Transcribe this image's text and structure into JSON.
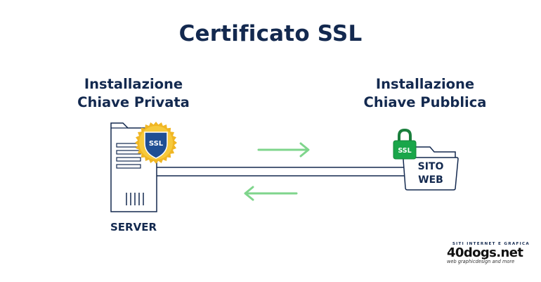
{
  "title": "Certificato SSL",
  "left": {
    "heading_line1": "Installazione",
    "heading_line2": "Chiave Privata",
    "badge": "SSL",
    "label": "SERVER"
  },
  "right": {
    "heading_line1": "Installazione",
    "heading_line2": "Chiave Pubblica",
    "badge": "SSL",
    "folder_line1": "SITO",
    "folder_line2": "WEB"
  },
  "logo": {
    "tagline": "SITI INTERNET E GRAFICA",
    "name": "40dogs.net",
    "subline": "web graphicdesign and more"
  },
  "colors": {
    "navy": "#13294f",
    "arrow_green": "#7fd58c",
    "lock_green": "#1aa64a",
    "shield_blue": "#1f4f94",
    "gold": "#f0b623"
  }
}
